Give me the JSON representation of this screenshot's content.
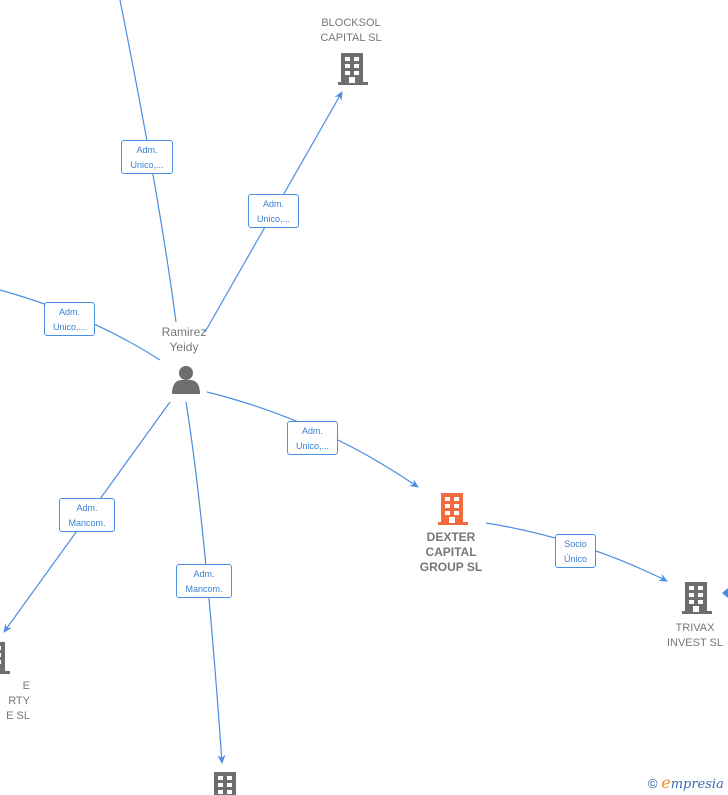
{
  "colors": {
    "edge": "#4a8ee0",
    "edge_label_text": "#3a7fd5",
    "node_gray": "#777777",
    "main_company": "#f26a3d",
    "background": "#ffffff"
  },
  "person": {
    "name": "Ramirez\nYeidy",
    "icon": "person-icon"
  },
  "companies": {
    "blocksol": {
      "name": "BLOCKSOL\nCAPITAL  SL",
      "icon": "building-icon"
    },
    "dexter": {
      "name": "DEXTER\nCAPITAL\nGROUP  SL",
      "icon": "building-icon",
      "highlight": true
    },
    "trivax": {
      "name": "TRIVAX\nINVEST  SL",
      "icon": "building-icon"
    },
    "left_bottom": {
      "name": "E\nRTY\nE SL",
      "icon": "building-icon"
    },
    "bottom": {
      "name": "",
      "icon": "building-icon"
    }
  },
  "edges": {
    "top_offscreen": "Adm.\nUnico,...",
    "to_blocksol": "Adm.\nUnico,...",
    "left_offscreen": "Adm.\nUnico,...",
    "to_dexter": "Adm.\nUnico,...",
    "to_left_bottom": "Adm.\nMancom.",
    "to_bottom": "Adm.\nMancom.",
    "dexter_to_trivax": "Socio\nÚnico"
  },
  "watermark": {
    "copyright": "©",
    "brand_initial": "e",
    "brand_rest": "mpresia"
  }
}
